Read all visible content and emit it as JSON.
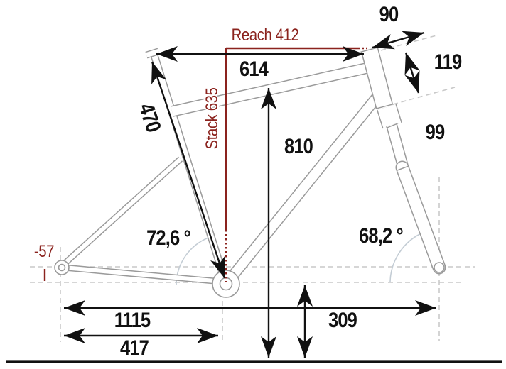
{
  "diagram": {
    "type": "bicycle-frame-geometry",
    "colors": {
      "dimension_red": "#8b231e",
      "dimension_black": "#111111",
      "frame_gray": "#9a9a9a",
      "guide_dash_gray": "#c9c9c9",
      "angle_arc_gray": "#c3ccd4"
    },
    "labels": {
      "reach": "Reach 412",
      "stack": "Stack 635",
      "top_tube_horizontal": "614",
      "seat_tube_length": "470",
      "standover_height": "810",
      "stem": "90",
      "head_tube_length": "119",
      "fork": "99",
      "seat_tube_angle": "72,6 °",
      "head_tube_angle": "68,2 °",
      "bb_drop": "-57",
      "wheelbase": "1115",
      "chainstay": "417",
      "bb_height": "309"
    }
  }
}
